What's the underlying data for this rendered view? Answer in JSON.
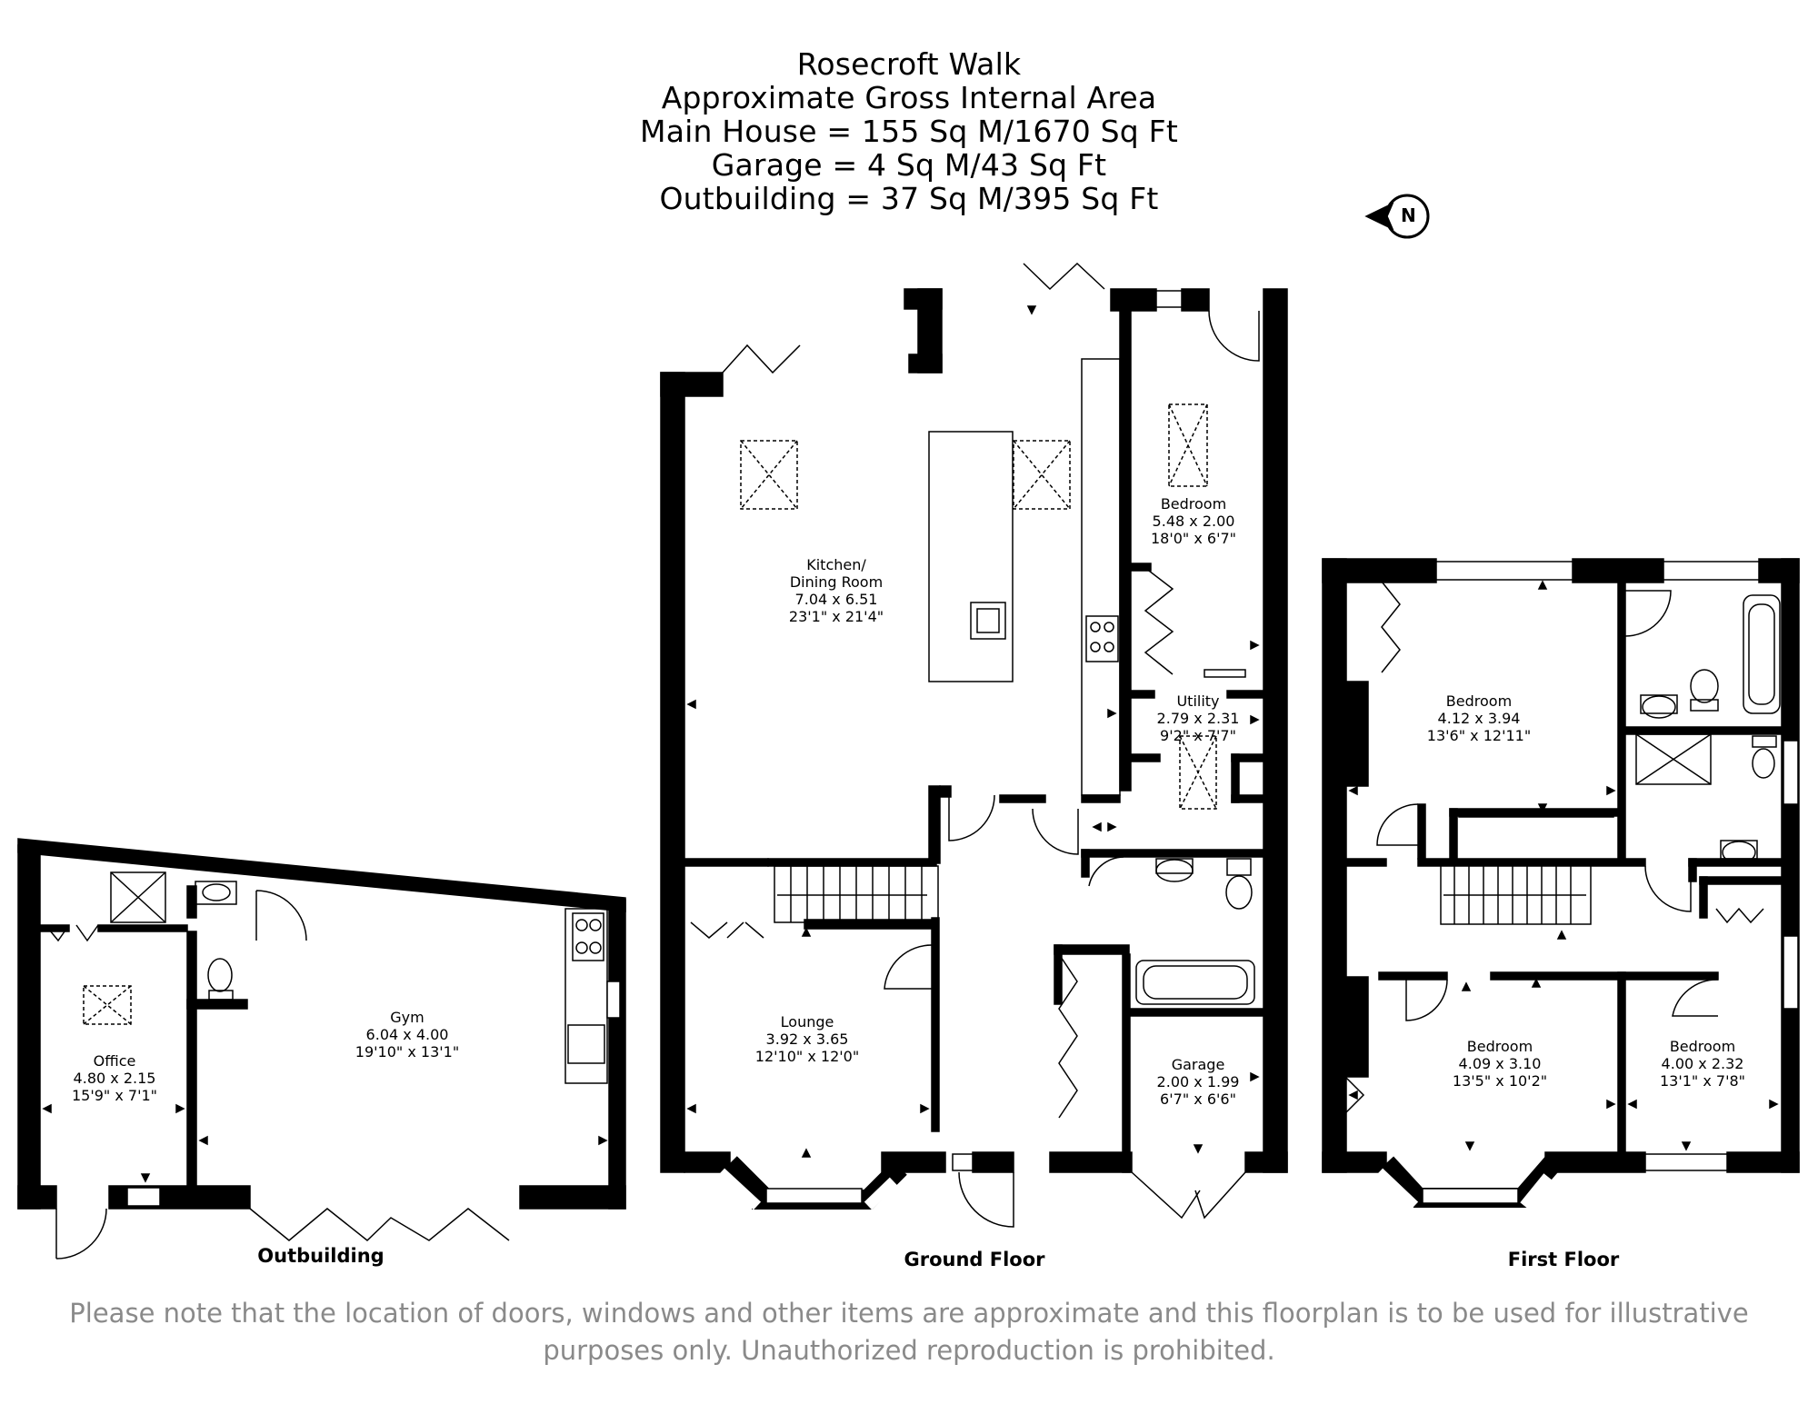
{
  "header": {
    "title": "Rosecroft Walk",
    "subtitle": "Approximate Gross Internal Area",
    "main_house": "Main House = 155 Sq M/1670 Sq Ft",
    "garage": "Garage = 4 Sq M/43 Sq Ft",
    "outbuilding": "Outbuilding = 37 Sq M/395 Sq Ft"
  },
  "compass": {
    "letter": "N"
  },
  "rooms": {
    "kitchen": {
      "name": "Kitchen/",
      "name2": "Dining Room",
      "metric": "7.04 x 6.51",
      "imperial": "23'1\" x 21'4\""
    },
    "gf_bedroom": {
      "name": "Bedroom",
      "metric": "5.48 x 2.00",
      "imperial": "18'0\" x 6'7\""
    },
    "utility": {
      "name": "Utility",
      "metric": "2.79 x 2.31",
      "imperial": "9'2\" x 7'7\""
    },
    "lounge": {
      "name": "Lounge",
      "metric": "3.92 x 3.65",
      "imperial": "12'10\" x 12'0\""
    },
    "garage": {
      "name": "Garage",
      "metric": "2.00 x 1.99",
      "imperial": "6'7\" x 6'6\""
    },
    "ff_bedroom1": {
      "name": "Bedroom",
      "metric": "4.12 x 3.94",
      "imperial": "13'6\" x 12'11\""
    },
    "ff_bedroom2": {
      "name": "Bedroom",
      "metric": "4.09 x 3.10",
      "imperial": "13'5\" x 10'2\""
    },
    "ff_bedroom3": {
      "name": "Bedroom",
      "metric": "4.00 x 2.32",
      "imperial": "13'1\" x 7'8\""
    },
    "office": {
      "name": "Office",
      "metric": "4.80 x 2.15",
      "imperial": "15'9\" x 7'1\""
    },
    "gym": {
      "name": "Gym",
      "metric": "6.04 x 4.00",
      "imperial": "19'10\" x 13'1\""
    }
  },
  "floors": {
    "outbuilding": "Outbuilding",
    "ground": "Ground Floor",
    "first": "First Floor"
  },
  "footer": {
    "line1": "Please note that the location of doors, windows and other items are approximate and this floorplan is to be used for illustrative",
    "line2": "purposes only. Unauthorized reproduction is prohibited."
  },
  "colors": {
    "wall": "#000000",
    "fixture": "#555555",
    "footer_text": "#8a8a8a"
  }
}
